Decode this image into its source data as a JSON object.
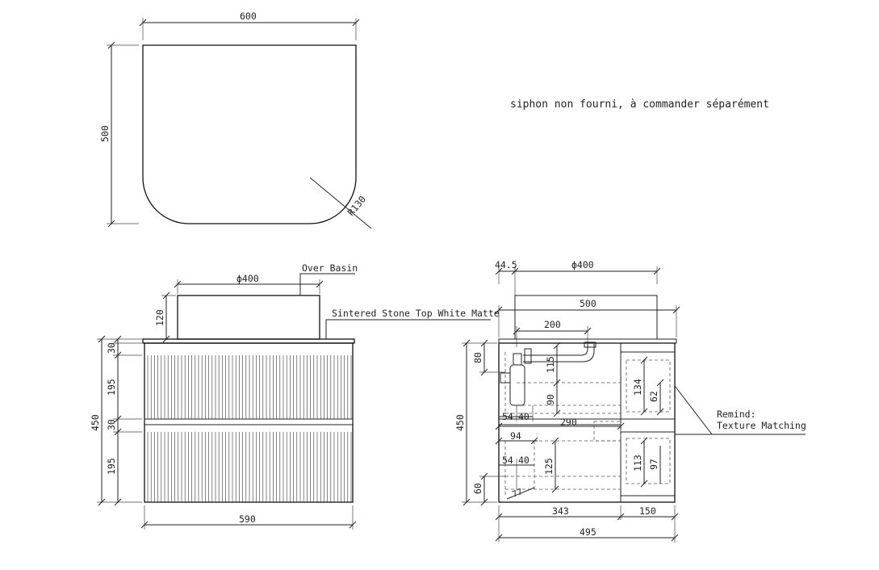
{
  "note": "siphon non fourni, à commander séparément",
  "top_view": {
    "width": "600",
    "depth": "500",
    "radius": "R130"
  },
  "front_view": {
    "basin_label": "Over Basin",
    "basin_dia": "ϕ400",
    "basin_height": "120",
    "top_label": "Sintered Stone Top White Matte",
    "dim_top": "30",
    "dim_drawer1": "195",
    "dim_gap": "30",
    "dim_drawer2": "195",
    "total_height": "450",
    "width": "590"
  },
  "side_view": {
    "offset": "44.5",
    "basin_dia": "ϕ400",
    "depth_top": "500",
    "trap_width": "200",
    "dim_80": "80",
    "dim_115": "115",
    "dim_90": "90",
    "dim_54a": "54",
    "dim_40a": "40",
    "dim_290": "290",
    "dim_94": "94",
    "dim_54b": "54",
    "dim_40b": "40",
    "dim_125": "125",
    "dim_60": "60",
    "dim_77": "77",
    "total_height": "450",
    "dim_134": "134",
    "dim_62": "62",
    "dim_113": "113",
    "dim_97": "97",
    "dim_343": "343",
    "dim_150": "150",
    "dim_495": "495",
    "remind_line1": "Remind:",
    "remind_line2": "Texture Matching"
  }
}
